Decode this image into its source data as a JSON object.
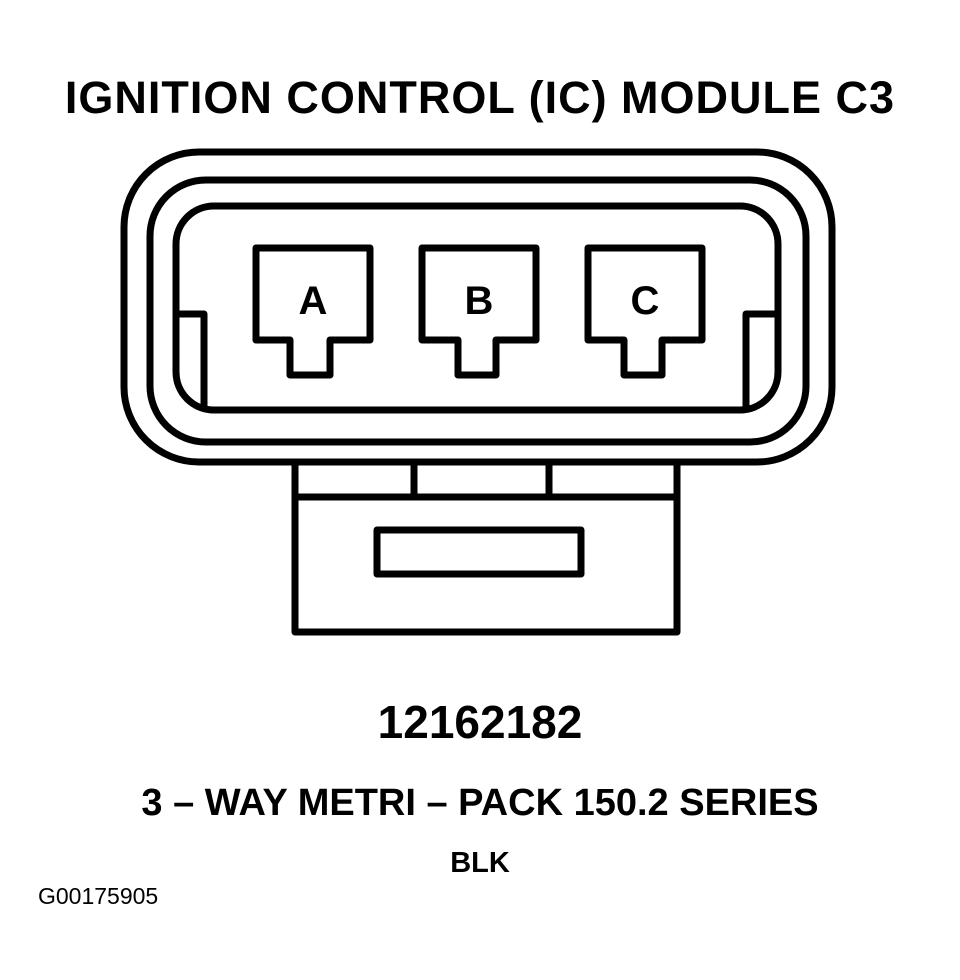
{
  "title": "IGNITION CONTROL (IC) MODULE C3",
  "pins": [
    {
      "label": "A"
    },
    {
      "label": "B"
    },
    {
      "label": "C"
    }
  ],
  "part_number": "12162182",
  "series": "3 – WAY METRI – PACK 150.2 SERIES",
  "color_code": "BLK",
  "figure_id": "G00175905"
}
